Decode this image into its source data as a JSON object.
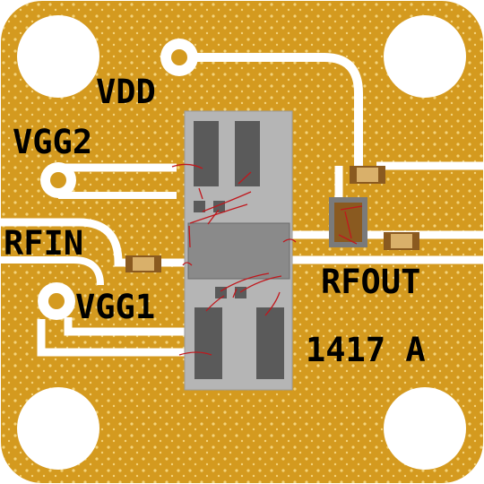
{
  "board": {
    "colors": {
      "gold": "#d49a1f",
      "trace": "#ffffff",
      "chip": "#b5b5b5",
      "pad": "#5a5a5a",
      "die": "#8a8a8a",
      "wire": "#c0181d",
      "cap": "#8a5a20"
    },
    "labels": {
      "vdd": "VDD",
      "vgg2": "VGG2",
      "rfin": "RFIN",
      "vgg1": "VGG1",
      "rfout": "RFOUT",
      "part": "1417 A"
    }
  }
}
